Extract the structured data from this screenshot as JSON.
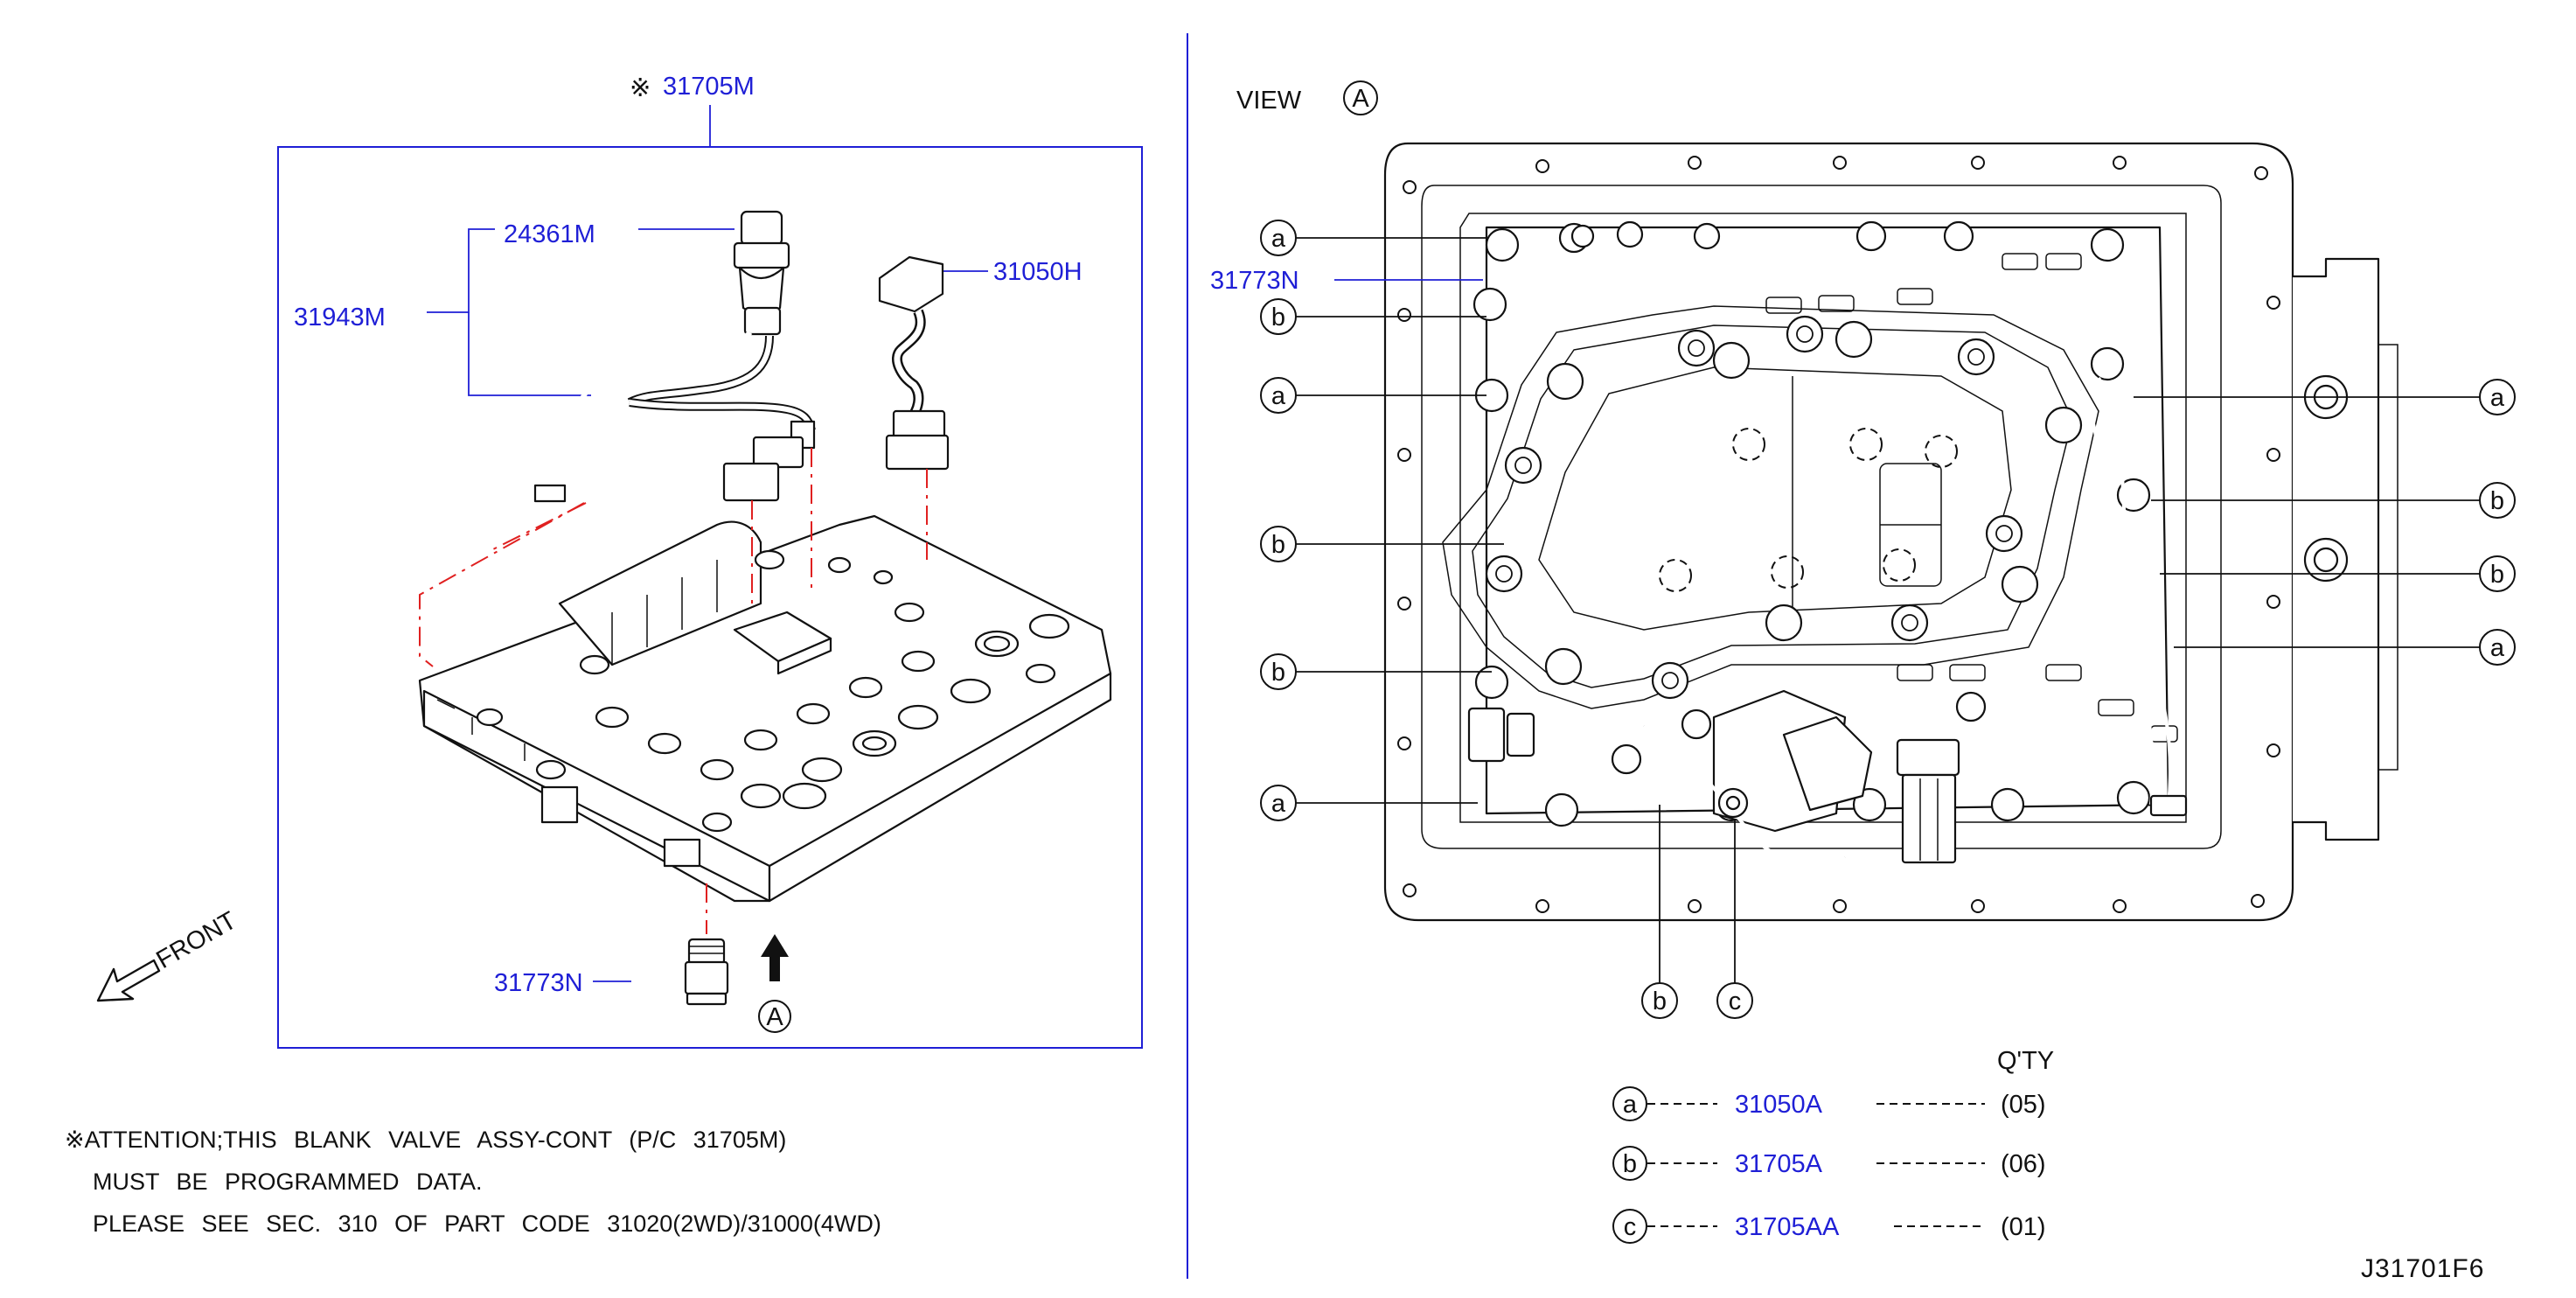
{
  "left_panel": {
    "main_part": {
      "mark": "※",
      "code": "31705M"
    },
    "parts": {
      "harness_top": "24361M",
      "harness": "31943M",
      "connector": "31050H",
      "plug": "31773N"
    },
    "view_marker": "A",
    "front_label": "FRONT"
  },
  "attention_note": {
    "line1": "※ATTENTION;THIS BLANK VALVE ASSY-CONT (P/C 31705M)",
    "line2": "MUST BE PROGRAMMED DATA.",
    "line3": "PLEASE SEE SEC. 310 OF PART CODE 31020(2WD)/31000(4WD)"
  },
  "right_panel": {
    "view_title": "VIEW",
    "view_marker": "A",
    "plug_label": "31773N",
    "callouts": {
      "a": "a",
      "b": "b",
      "c": "c"
    }
  },
  "qty_table": {
    "header": "Q'TY",
    "rows": [
      {
        "key": "a",
        "code": "31050A",
        "qty": "(05)"
      },
      {
        "key": "b",
        "code": "31705A",
        "qty": "(06)"
      },
      {
        "key": "c",
        "code": "31705AA",
        "qty": "(01)"
      }
    ]
  },
  "figure_id": "J31701F6",
  "colors": {
    "label_blue": "#1f1fd6",
    "leader_red": "#e02020",
    "line": "#111111"
  }
}
